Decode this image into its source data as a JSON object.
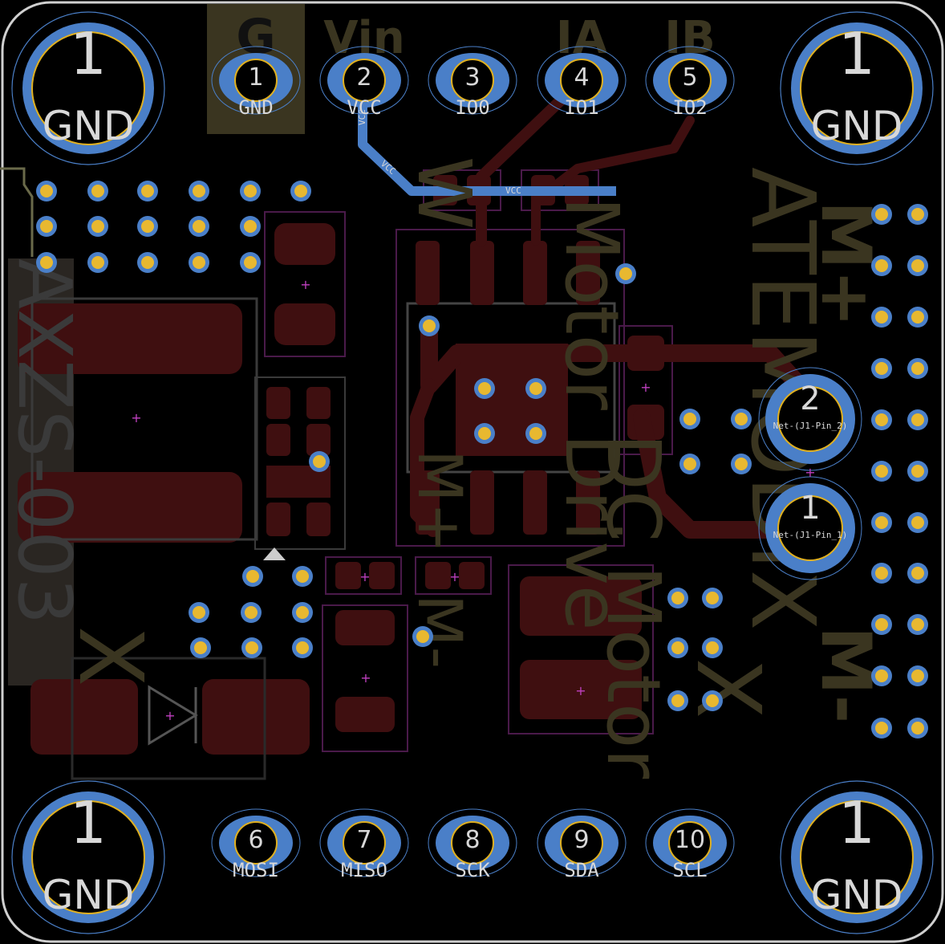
{
  "colors": {
    "background": "#000000",
    "outline": "#d0d0d0",
    "copper_top": "#3f0f10",
    "copper_bottom": "#4a7fc8",
    "pad_ring": "#e0b020",
    "silk": "#e8e8e8",
    "fab": "#3a3520",
    "dim_silk": "#2a2a2a",
    "courtyard": "#6a2a6a"
  },
  "header_labels": {
    "g": "G",
    "vin": "Vin",
    "ia": "IA",
    "ib": "IB"
  },
  "mount_holes": {
    "number": "1",
    "net": "GND"
  },
  "top_pins": [
    {
      "num": "1",
      "net": "GND"
    },
    {
      "num": "2",
      "net": "VCC"
    },
    {
      "num": "3",
      "net": "IO0"
    },
    {
      "num": "4",
      "net": "IO1"
    },
    {
      "num": "5",
      "net": "IO2"
    }
  ],
  "bottom_pins": [
    {
      "num": "6",
      "net": "MOSI"
    },
    {
      "num": "7",
      "net": "MISO"
    },
    {
      "num": "8",
      "net": "SCK"
    },
    {
      "num": "9",
      "net": "SDA"
    },
    {
      "num": "10",
      "net": "SCL"
    }
  ],
  "motor_pins": [
    {
      "num": "2",
      "net": "Net-(J1-Pin_2)"
    },
    {
      "num": "1",
      "net": "Net-(J1-Pin_1)"
    }
  ],
  "trace_labels": {
    "vcc_a": "VCC",
    "vcc_b": "VCC",
    "vcc_c": "VCC"
  },
  "fab_texts": {
    "board_id": "AXZS-003",
    "atemodix": "ATEMODIX",
    "motor_drive": "Motor Drive",
    "dc_motor": "DC Motor",
    "m_plus": "M+",
    "m_minus": "M-",
    "fab_m_minus": "M-",
    "fab_m_plus": "M+",
    "w_label": "W",
    "x_label": "X",
    "x2_label": "X"
  }
}
